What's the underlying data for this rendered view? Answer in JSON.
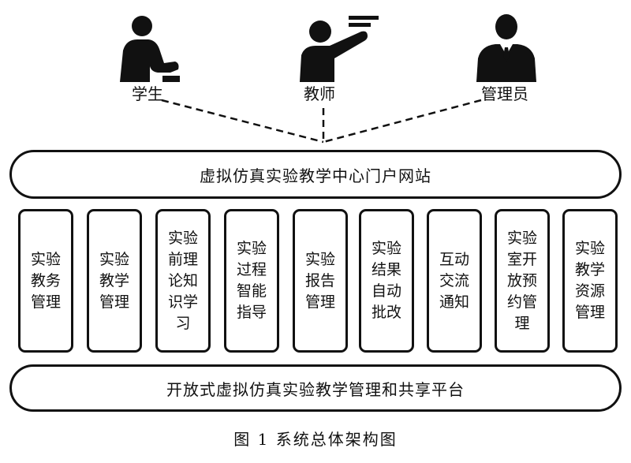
{
  "roles": [
    {
      "label": "学生",
      "icon": "student-icon"
    },
    {
      "label": "教师",
      "icon": "teacher-icon"
    },
    {
      "label": "管理员",
      "icon": "administrator-icon"
    }
  ],
  "portal": {
    "label": "虚拟仿真实验教学中心门户网站"
  },
  "modules": [
    {
      "label": "实验教务管理"
    },
    {
      "label": "实验教学管理"
    },
    {
      "label": "实验前理论知识学习"
    },
    {
      "label": "实验过程智能指导"
    },
    {
      "label": "实验报告管理"
    },
    {
      "label": "实验结果自动批改"
    },
    {
      "label": "互动交流通知"
    },
    {
      "label": "实验室开放预约管理"
    },
    {
      "label": "实验教学资源管理"
    }
  ],
  "platform": {
    "label": "开放式虚拟仿真实验教学管理和共享平台"
  },
  "caption": "图 1  系统总体架构图"
}
